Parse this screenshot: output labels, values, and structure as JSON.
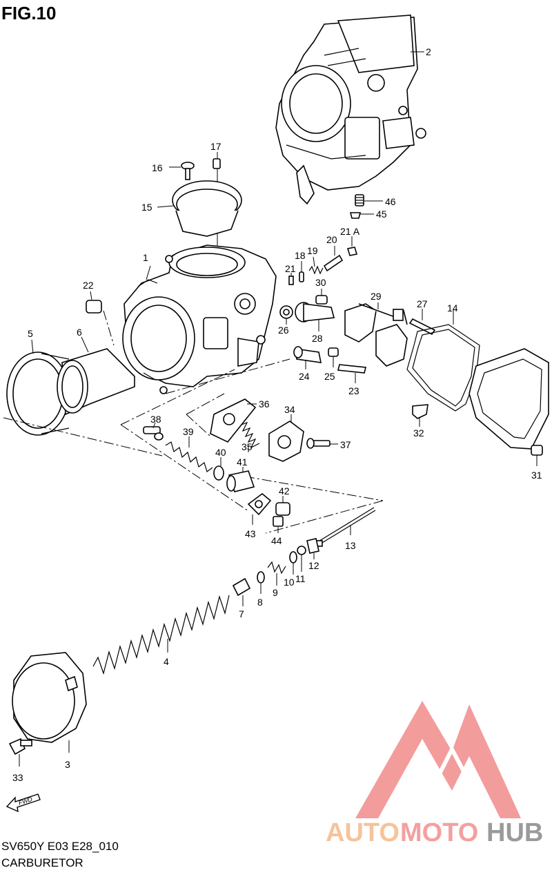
{
  "figure": {
    "title": "FIG.10",
    "model_code": "SV650Y E03 E28_010",
    "caption": "CARBURETOR"
  },
  "fwd_marker": "FWD",
  "callouts": {
    "c1": "1",
    "c2": "2",
    "c3": "3",
    "c4": "4",
    "c5": "5",
    "c6": "6",
    "c7": "7",
    "c8": "8",
    "c9": "9",
    "c10": "10",
    "c11": "11",
    "c12": "12",
    "c13": "13",
    "c14": "14",
    "c15": "15",
    "c16": "16",
    "c17": "17",
    "c18": "18",
    "c19": "19",
    "c20": "20",
    "c21": "21",
    "c21a": "21 A",
    "c22": "22",
    "c23": "23",
    "c24": "24",
    "c25": "25",
    "c26": "26",
    "c27": "27",
    "c28": "28",
    "c29": "29",
    "c30": "30",
    "c31": "31",
    "c32": "32",
    "c33": "33",
    "c34": "34",
    "c35": "35",
    "c36": "36",
    "c37": "37",
    "c38": "38",
    "c39": "39",
    "c40": "40",
    "c41": "41",
    "c42": "42",
    "c43": "43",
    "c44": "44",
    "c45": "45",
    "c46": "46"
  },
  "watermark": {
    "part_a": "AUTO",
    "part_b": "MOTO",
    "part_c": "HUB",
    "color_a": "#f6c39a",
    "color_b": "#f4a0a0",
    "color_c": "#9a9a9a",
    "logo_color": "#f28b8b"
  }
}
